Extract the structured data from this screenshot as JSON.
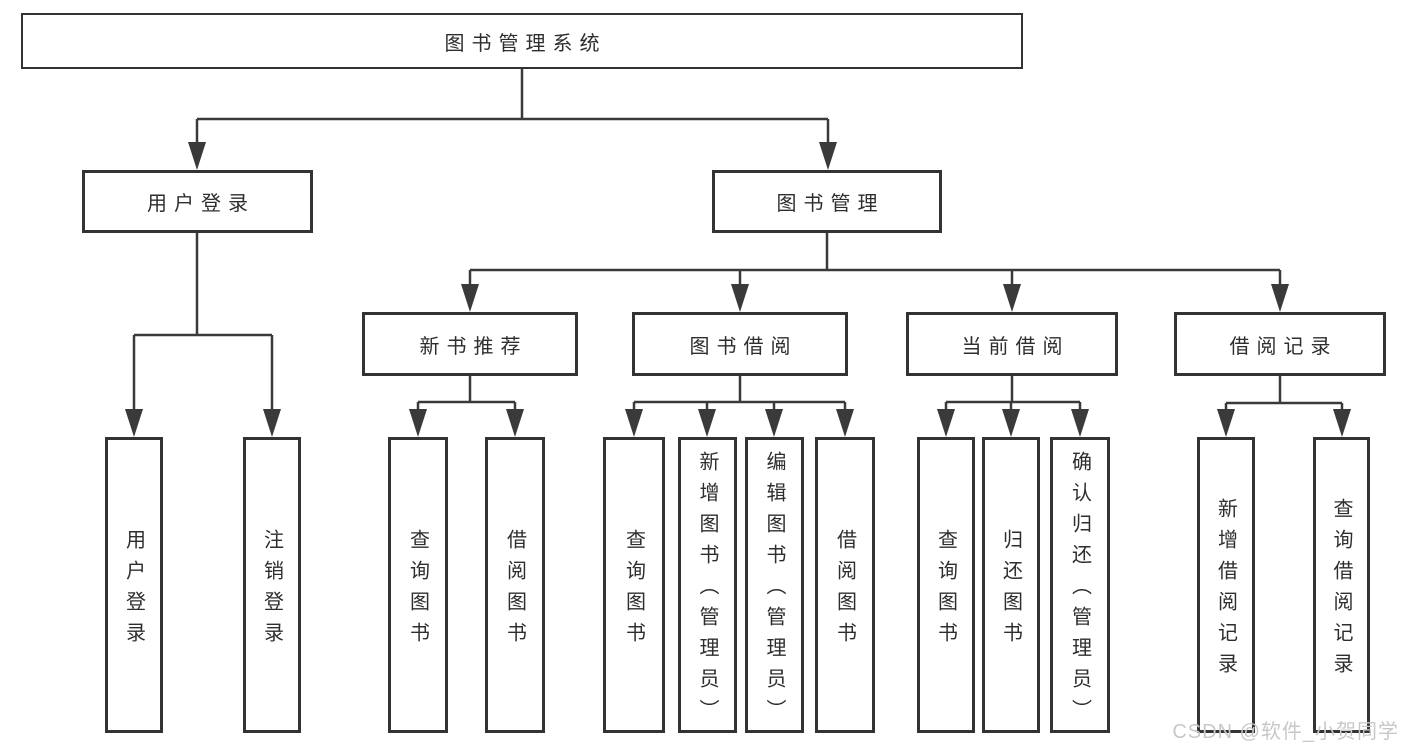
{
  "diagram": {
    "root": {
      "label": "图书管理系统"
    },
    "branches": [
      {
        "label": "用户登录",
        "children": [
          {
            "label": "用户登录"
          },
          {
            "label": "注销登录"
          }
        ]
      },
      {
        "label": "图书管理",
        "children": [
          {
            "label": "新书推荐",
            "children": [
              {
                "label": "查询图书"
              },
              {
                "label": "借阅图书"
              }
            ]
          },
          {
            "label": "图书借阅",
            "children": [
              {
                "label": "查询图书"
              },
              {
                "label": "新增图书（管理员）"
              },
              {
                "label": "编辑图书（管理员）"
              },
              {
                "label": "借阅图书"
              }
            ]
          },
          {
            "label": "当前借阅",
            "children": [
              {
                "label": "查询图书"
              },
              {
                "label": "归还图书"
              },
              {
                "label": "确认归还（管理员）"
              }
            ]
          },
          {
            "label": "借阅记录",
            "children": [
              {
                "label": "新增借阅记录"
              },
              {
                "label": "查询借阅记录"
              }
            ]
          }
        ]
      }
    ]
  },
  "watermark": {
    "text": "CSDN @软件_小贺同学"
  },
  "colors": {
    "line": "#3a3a3a",
    "box_border": "#333333",
    "box_fill": "#ffffff",
    "text": "#2e2e2e",
    "watermark": "#c8c8c8",
    "background": "#ffffff"
  }
}
